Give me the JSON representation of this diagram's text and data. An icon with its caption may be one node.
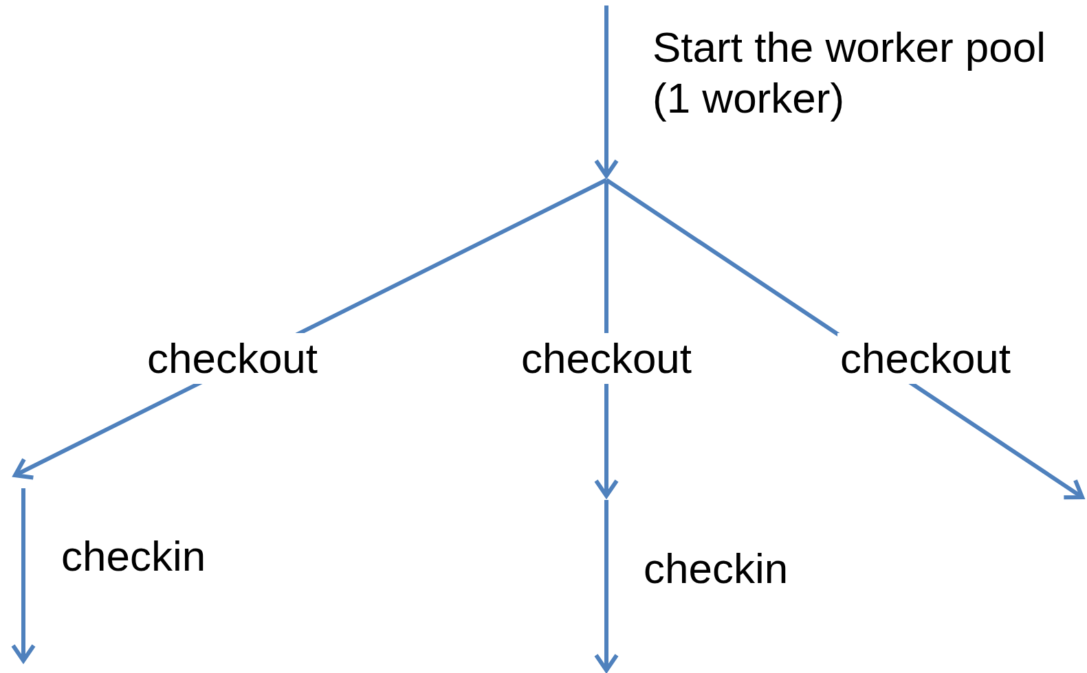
{
  "diagram": {
    "labels": [
      "Start the worker pool (1 worker)",
      "checkout",
      "checkout",
      "checkout",
      "checkin",
      "checkin"
    ]
  }
}
